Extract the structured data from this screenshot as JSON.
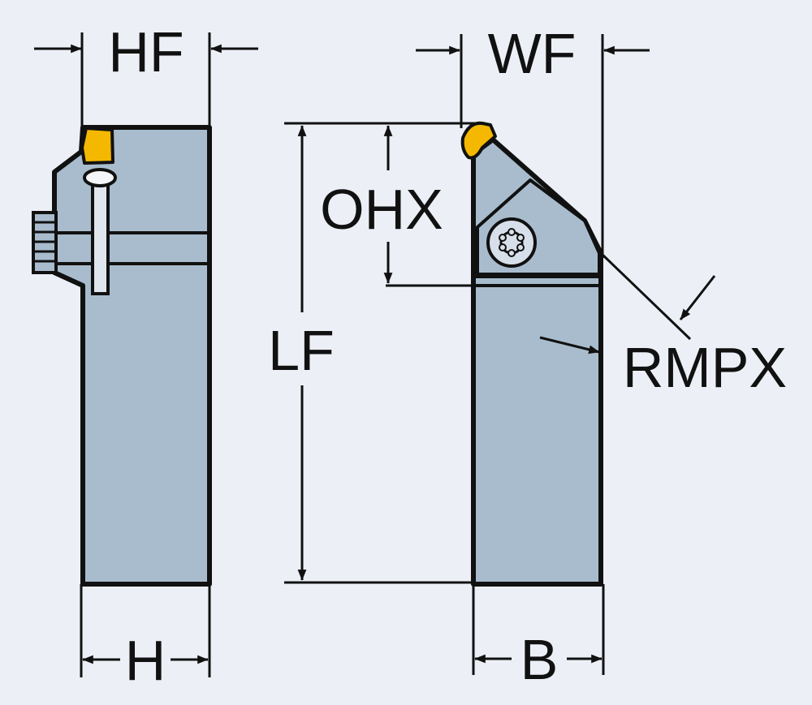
{
  "labels": {
    "hf": "HF",
    "wf": "WF",
    "ohx": "OHX",
    "lf": "LF",
    "rmpx": "RMPX",
    "h": "H",
    "b": "B"
  },
  "colors": {
    "background": "#ecf0f6",
    "body": "#a8bccd",
    "outline": "#111111",
    "insert": "#f5b800",
    "screw_head": "#d7e0ea"
  }
}
